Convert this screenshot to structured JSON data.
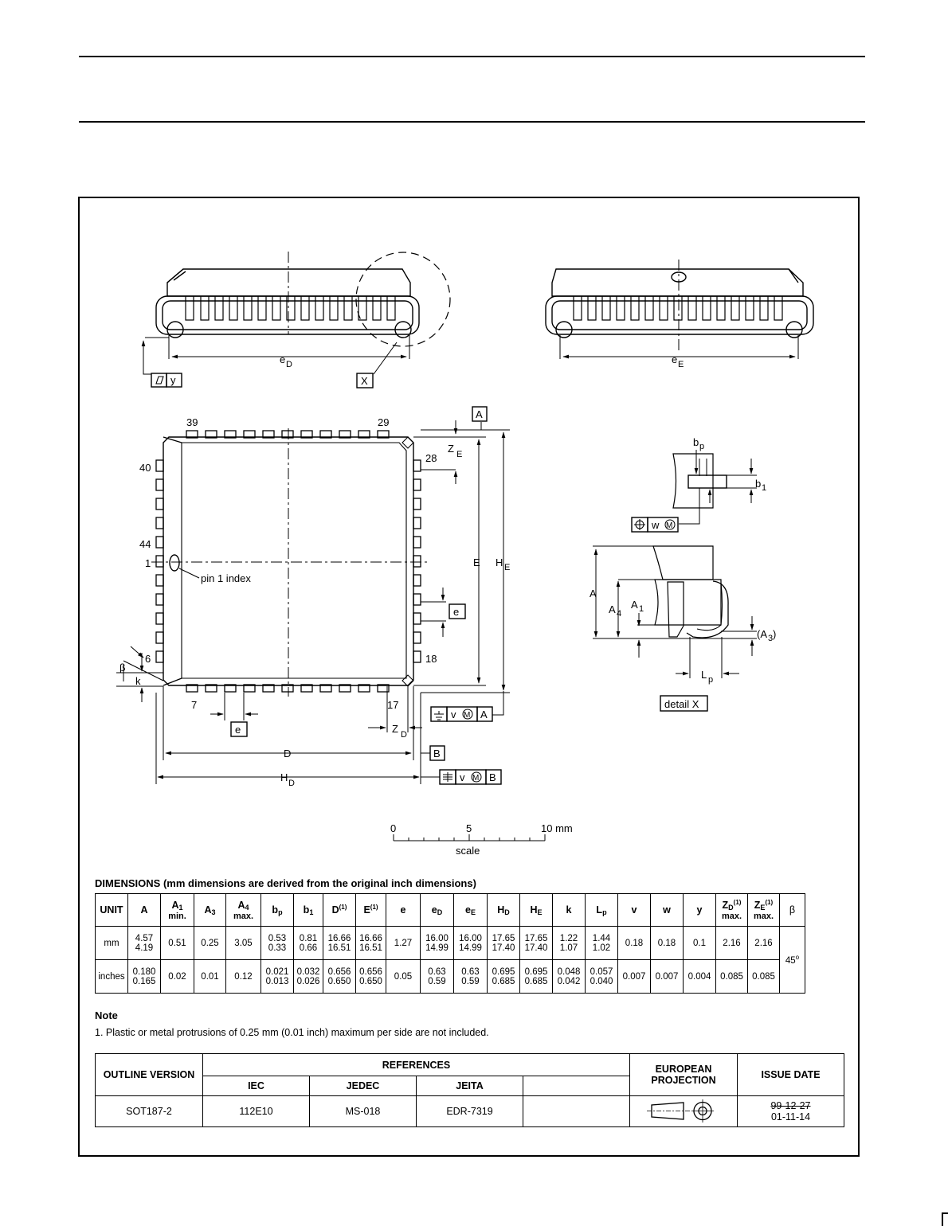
{
  "drawing": {
    "labels": {
      "eD": "D",
      "eE": "E",
      "X": "X",
      "y": "y",
      "A_box": "A",
      "B_box": "B",
      "pin39": "39",
      "pin29": "29",
      "pin28": "28",
      "pin40": "40",
      "pin44": "44",
      "pin1": "1",
      "pin6": "6",
      "pin18": "18",
      "pin7": "7",
      "pin17": "17",
      "pin1_index": "pin 1 index",
      "ZE": "E",
      "ZD": "D",
      "E": "E",
      "HE": "E",
      "D": "D",
      "HD": "D",
      "e": "e",
      "beta": "β",
      "k": "k",
      "tol_v": "v",
      "tol_M": "M",
      "tol_w": "w",
      "bp": "p",
      "b1": "1",
      "A": "A",
      "A4": "4",
      "A1": "1",
      "A3": "3",
      "Lp": "p",
      "detail_x": "detail X"
    },
    "scale": {
      "zero": "0",
      "five": "5",
      "ten": "10 mm",
      "label": "scale"
    }
  },
  "dimensions": {
    "title": "DIMENSIONS (mm dimensions are derived from the original inch dimensions)",
    "headers": {
      "unit": "UNIT",
      "A": "A",
      "A1": "A",
      "A1_sub": "1",
      "A1_lim": "min.",
      "A3": "A",
      "A3_sub": "3",
      "A4": "A",
      "A4_sub": "4",
      "A4_lim": "max.",
      "bp": "b",
      "bp_sub": "p",
      "b1": "b",
      "b1_sub": "1",
      "D": "D",
      "D_sup": "(1)",
      "E": "E",
      "E_sup": "(1)",
      "e": "e",
      "eD": "e",
      "eD_sub": "D",
      "eE": "e",
      "eE_sub": "E",
      "HD": "H",
      "HD_sub": "D",
      "HE": "H",
      "HE_sub": "E",
      "k": "k",
      "Lp": "L",
      "Lp_sub": "p",
      "v": "v",
      "w": "w",
      "y": "y",
      "ZD": "Z",
      "ZD_sub": "D",
      "ZD_sup": "(1)",
      "ZD_lim": "max.",
      "ZE": "Z",
      "ZE_sub": "E",
      "ZE_sup": "(1)",
      "ZE_lim": "max.",
      "beta": "β"
    },
    "mm": {
      "unit": "mm",
      "A": [
        "4.57",
        "4.19"
      ],
      "A1": "0.51",
      "A3": "0.25",
      "A4": "3.05",
      "bp": [
        "0.53",
        "0.33"
      ],
      "b1": [
        "0.81",
        "0.66"
      ],
      "D": [
        "16.66",
        "16.51"
      ],
      "E": [
        "16.66",
        "16.51"
      ],
      "e": "1.27",
      "eD": [
        "16.00",
        "14.99"
      ],
      "eE": [
        "16.00",
        "14.99"
      ],
      "HD": [
        "17.65",
        "17.40"
      ],
      "HE": [
        "17.65",
        "17.40"
      ],
      "k": [
        "1.22",
        "1.07"
      ],
      "Lp": [
        "1.44",
        "1.02"
      ],
      "v": "0.18",
      "w": "0.18",
      "y": "0.1",
      "ZD": "2.16",
      "ZE": "2.16"
    },
    "inches": {
      "unit": "inches",
      "A": [
        "0.180",
        "0.165"
      ],
      "A1": "0.02",
      "A3": "0.01",
      "A4": "0.12",
      "bp": [
        "0.021",
        "0.013"
      ],
      "b1": [
        "0.032",
        "0.026"
      ],
      "D": [
        "0.656",
        "0.650"
      ],
      "E": [
        "0.656",
        "0.650"
      ],
      "e": "0.05",
      "eD": [
        "0.63",
        "0.59"
      ],
      "eE": [
        "0.63",
        "0.59"
      ],
      "HD": [
        "0.695",
        "0.685"
      ],
      "HE": [
        "0.695",
        "0.685"
      ],
      "k": [
        "0.048",
        "0.042"
      ],
      "Lp": [
        "0.057",
        "0.040"
      ],
      "v": "0.007",
      "w": "0.007",
      "y": "0.004",
      "ZD": "0.085",
      "ZE": "0.085"
    },
    "beta": "45",
    "beta_unit": "o"
  },
  "note": {
    "title": "Note",
    "text": "1. Plastic or metal protrusions of 0.25 mm (0.01 inch) maximum per side are not included."
  },
  "outline": {
    "outline_version_label": "OUTLINE VERSION",
    "references_label": "REFERENCES",
    "iec_label": "IEC",
    "jedec_label": "JEDEC",
    "jeita_label": "JEITA",
    "projection_label": "EUROPEAN PROJECTION",
    "issue_date_label": "ISSUE DATE",
    "version": "SOT187-2",
    "iec": "112E10",
    "jedec": "MS-018",
    "jeita": "EDR-7319",
    "issue_date_old": "99-12-27",
    "issue_date": "01-11-14"
  }
}
